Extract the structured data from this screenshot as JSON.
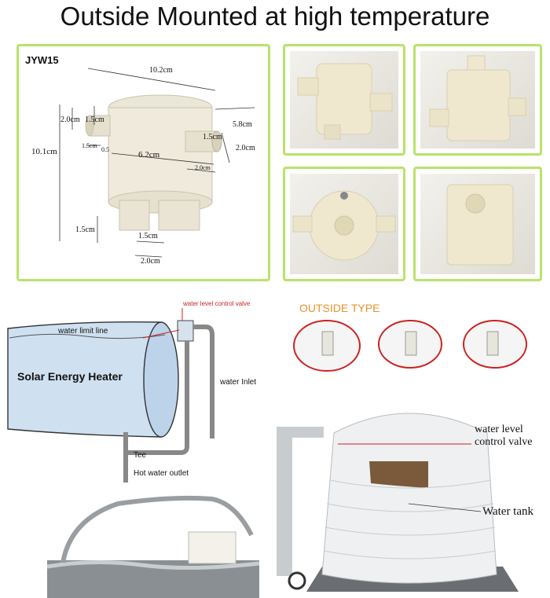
{
  "title": "Outside Mounted at high temperature",
  "spec": {
    "model": "JYW15",
    "dims": {
      "d1": "10.2cm",
      "d2": "5.8cm",
      "d3": "2.0cm",
      "d4": "1.5cm",
      "d5": "10.1cm",
      "d6": "1.5cm",
      "d7": "0.5",
      "d8": "6.2cm",
      "d9": "2.0cm",
      "d10": "1.5cm",
      "d11": "2.0cm",
      "d12": "1.5cm",
      "d13": "1.5cm",
      "d14": "2.0cm"
    }
  },
  "solar": {
    "valve_label": "water level control valve",
    "limit_line": "water limit line",
    "heater": "Solar Energy Heater",
    "inlet": "water Inlet",
    "tee": "Tee",
    "outlet": "Hot water outlet"
  },
  "outside": {
    "heading": "OUTSIDE TYPE",
    "valve_label": "water level control valve",
    "tank_label": "Water tank"
  },
  "colors": {
    "accent_green": "#b9e36a",
    "valve_red": "#cc2222",
    "heading_orange": "#e8932a"
  }
}
